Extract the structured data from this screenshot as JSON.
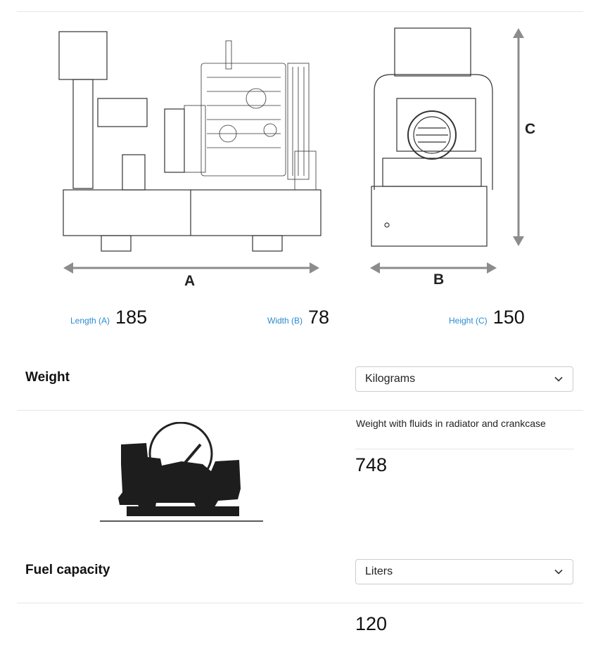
{
  "dimensions": [
    {
      "label": "Length (A)",
      "value": "185"
    },
    {
      "label": "Width (B)",
      "value": "78"
    },
    {
      "label": "Height (C)",
      "value": "150"
    }
  ],
  "diagram": {
    "label_a": "A",
    "label_b": "B",
    "label_c": "C"
  },
  "weight": {
    "title": "Weight",
    "unit_selected": "Kilograms",
    "note": "Weight with fluids in radiator and crankcase",
    "value": "748"
  },
  "fuel": {
    "title": "Fuel capacity",
    "unit_selected": "Liters",
    "value": "120"
  },
  "icons": {
    "weight": "generator-scale-icon",
    "dropdown": "chevron-down-icon"
  },
  "colors": {
    "label_blue": "#2a8bd1",
    "arrow_gray": "#8c8c8c",
    "divider": "#e6e6e6"
  }
}
